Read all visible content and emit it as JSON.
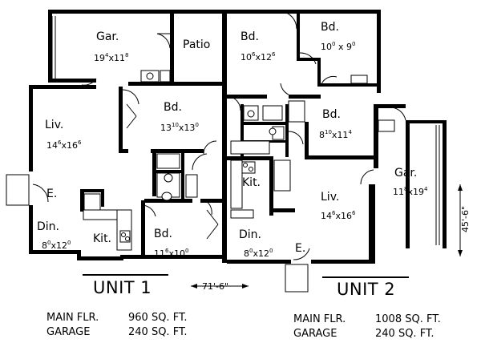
{
  "unit1": {
    "title": "UNIT 1",
    "rooms": [
      {
        "name": "Gar.",
        "w": "19",
        "wi": "4",
        "h": "11",
        "hi": "8"
      },
      {
        "name": "Patio"
      },
      {
        "name": "Liv.",
        "w": "14",
        "wi": "6",
        "h": "16",
        "hi": "6"
      },
      {
        "name": "Bd.",
        "w": "13",
        "wi": "10",
        "h": "13",
        "hi": "0"
      },
      {
        "name": "E."
      },
      {
        "name": "Din.",
        "w": "8",
        "wi": "0",
        "h": "12",
        "hi": "0"
      },
      {
        "name": "Kit."
      },
      {
        "name": "Bd.",
        "w": "11",
        "wi": "6",
        "h": "10",
        "hi": "0"
      }
    ],
    "main_label": "MAIN FLR.",
    "main_value": "960 SQ. FT.",
    "garage_label": "GARAGE",
    "garage_value": "240 SQ. FT."
  },
  "unit2": {
    "title": "UNIT 2",
    "rooms": [
      {
        "name": "Bd.",
        "w": "10",
        "wi": "6",
        "h": "12",
        "hi": "6"
      },
      {
        "name": "Bd.",
        "w": "10",
        "wi": "0",
        "h": "9",
        "hi": "0"
      },
      {
        "name": "Bd.",
        "w": "8",
        "wi": "10",
        "h": "11",
        "hi": "4"
      },
      {
        "name": "Kit."
      },
      {
        "name": "Gar.",
        "w": "11",
        "wi": "8",
        "h": "19",
        "hi": "4"
      },
      {
        "name": "Liv.",
        "w": "14",
        "wi": "6",
        "h": "16",
        "hi": "6"
      },
      {
        "name": "Din.",
        "w": "8",
        "wi": "0",
        "h": "12",
        "hi": "0"
      },
      {
        "name": "E."
      }
    ],
    "main_label": "MAIN FLR.",
    "main_value": "1008 SQ. FT.",
    "garage_label": "GARAGE",
    "garage_value": "240 SQ. FT."
  },
  "overall_width": "71'-6\"",
  "overall_depth": "45'-6\""
}
